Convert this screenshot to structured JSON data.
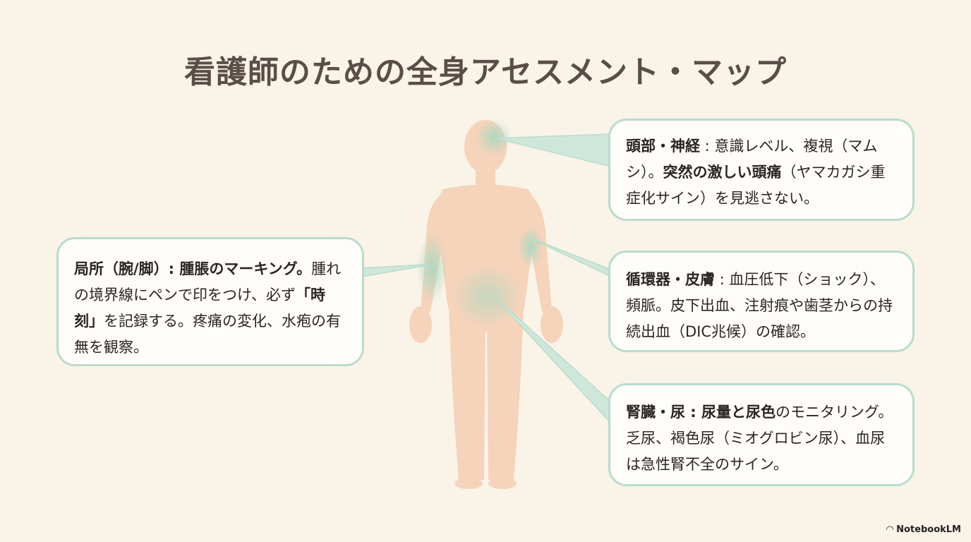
{
  "title": "看護師のための全身アセスメント・マップ",
  "callouts": {
    "head": [
      {
        "text": "頭部・神経",
        "bold": true
      },
      {
        "text": " : 意識レベル、複視（マムシ）。",
        "bold": false
      },
      {
        "text": "突然の激しい頭痛",
        "bold": true
      },
      {
        "text": "（ヤマカガシ重症化サイン）を見逃さない。",
        "bold": false
      }
    ],
    "circ": [
      {
        "text": "循環器・皮膚",
        "bold": true
      },
      {
        "text": " : 血圧低下（ショック）、頻脈。皮下出血、注射痕や歯茎からの持続出血（DIC兆候）の確認。",
        "bold": false
      }
    ],
    "kidney": [
      {
        "text": "腎臓・尿 : 尿量と尿色",
        "bold": true
      },
      {
        "text": "のモニタリング。乏尿、褐色尿（ミオグロビン尿）、血尿は急性腎不全のサイン。",
        "bold": false
      }
    ],
    "local": [
      {
        "text": "局所（腕/脚）: 腫脹のマーキング。",
        "bold": true
      },
      {
        "text": "腫れの境界線にペンで印をつけ、必ず",
        "bold": false
      },
      {
        "text": "「時刻」",
        "bold": true
      },
      {
        "text": "を記録する。疼痛の変化、水疱の有無を観察。",
        "bold": false
      }
    ]
  },
  "brand": "NotebookLM",
  "colors": {
    "background": "#faf3e8",
    "accent": "#b9dccb",
    "skin": "#f6d3bb"
  }
}
